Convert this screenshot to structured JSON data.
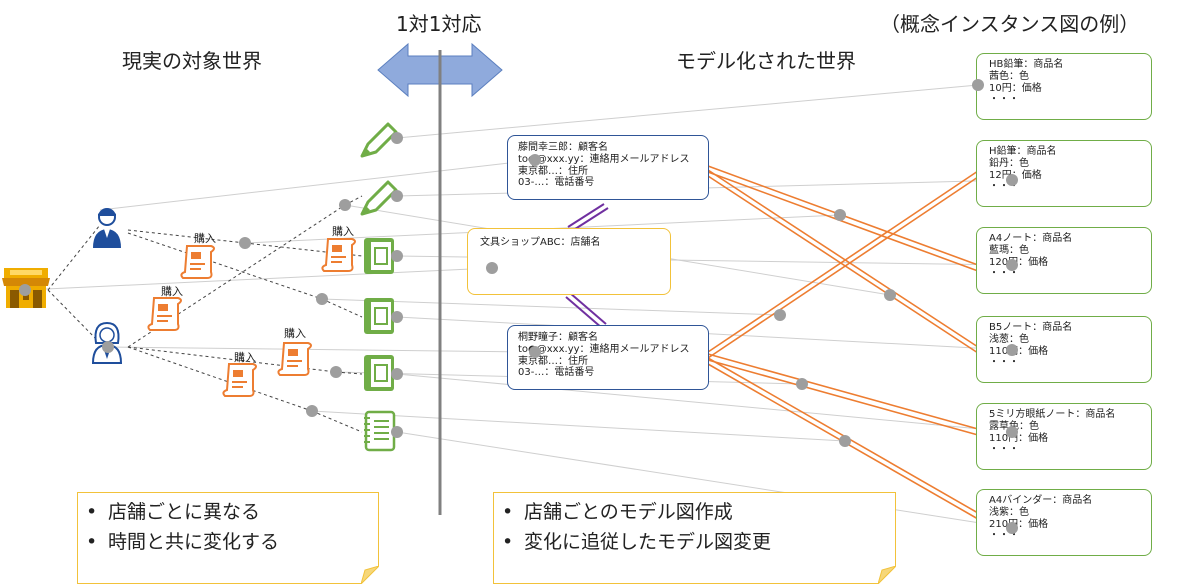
{
  "headings": {
    "real_world": "現実の対象世界",
    "correspondence": "1対1対応",
    "model_world": "モデル化された世界",
    "example_label": "（概念インスタンス図の例）"
  },
  "purchase_label": "購入",
  "store_model": {
    "lines": [
      "文具ショップABC：店舗名"
    ]
  },
  "customers": [
    {
      "lines": [
        "藤間幸三郎：顧客名",
        "to●@xxx.yy：連絡用メールアドレス",
        "東京都…：住所",
        "03-…：電話番号"
      ]
    },
    {
      "lines": [
        "桐野瞳子：顧客名",
        "to●@xxx.yy：連絡用メールアドレス",
        "東京都…：住所",
        "03-…：電話番号"
      ]
    }
  ],
  "products": [
    {
      "lines": [
        "HB鉛筆：商品名",
        "茜色：色",
        "10円：価格",
        "・・・"
      ]
    },
    {
      "lines": [
        "H鉛筆：商品名",
        "鉛丹：色",
        "12円：価格",
        "・・・"
      ]
    },
    {
      "lines": [
        "A4ノート：商品名",
        "藍瑪：色",
        "120円：価格",
        "・・・"
      ]
    },
    {
      "lines": [
        "B5ノート：商品名",
        "浅葱：色",
        "110円：価格",
        "・・・"
      ]
    },
    {
      "lines": [
        "5ミリ方眼紙ノート：商品名",
        "露草色：色",
        "110円：価格",
        "・・・"
      ]
    },
    {
      "lines": [
        "A4バインダー：商品名",
        "浅紫：色",
        "210円：価格",
        "・・・"
      ]
    }
  ],
  "notes": {
    "left": [
      "店舗ごとに異なる",
      "時間と共に変化する"
    ],
    "right": [
      "店舗ごとのモデル図作成",
      "変化に追従したモデル図変更"
    ]
  },
  "icons": {
    "store": "store-icon",
    "customers": [
      "male-customer-icon",
      "female-customer-icon"
    ],
    "receipts": "receipt-icon",
    "products": [
      "pencil-icon",
      "pencil-icon",
      "notebook-icon",
      "notebook-icon",
      "notebook-icon",
      "ring-notebook-icon"
    ]
  },
  "colors": {
    "customer_box": "#2f5597",
    "store_box": "#f2c23a",
    "product_box": "#70ad47",
    "link_orange": "#ed7d31",
    "link_purple": "#7030a0",
    "arrow_blue": "#8faadc",
    "connector_gray": "#9e9e9e"
  }
}
